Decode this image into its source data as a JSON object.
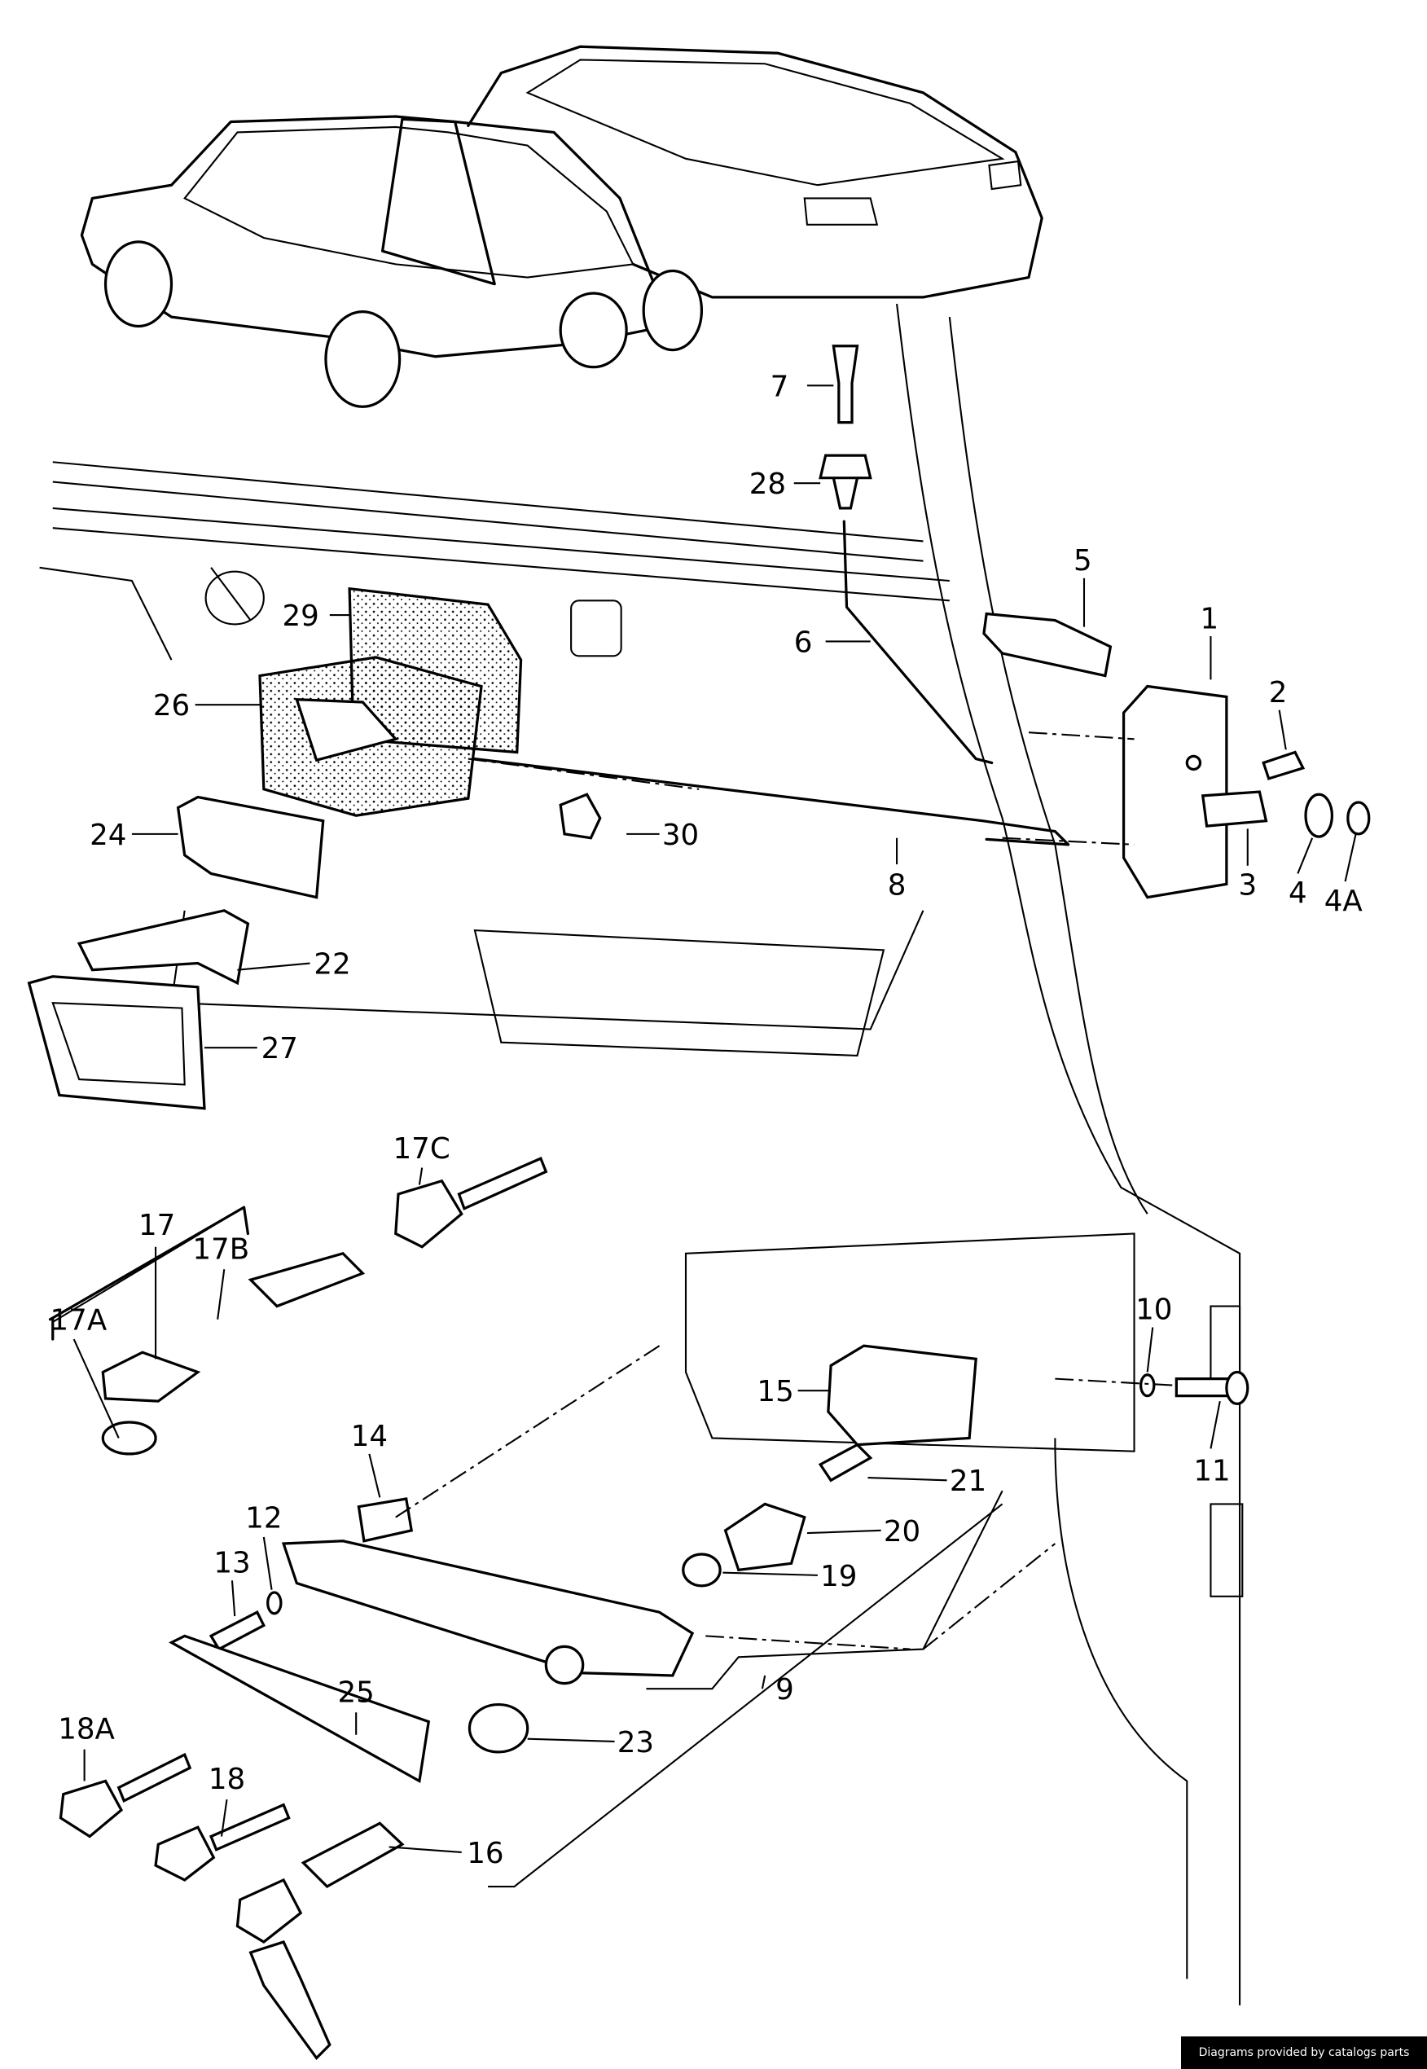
{
  "diagram": {
    "callouts": [
      "7",
      "28",
      "5",
      "1",
      "29",
      "6",
      "2",
      "26",
      "30",
      "24",
      "8",
      "3",
      "4",
      "4A",
      "22",
      "27",
      "17C",
      "17",
      "17B",
      "17A",
      "10",
      "15",
      "11",
      "14",
      "21",
      "12",
      "20",
      "13",
      "19",
      "9",
      "25",
      "23",
      "18A",
      "18",
      "16"
    ]
  },
  "footer": {
    "text": "Diagrams provided by catalogs parts"
  }
}
